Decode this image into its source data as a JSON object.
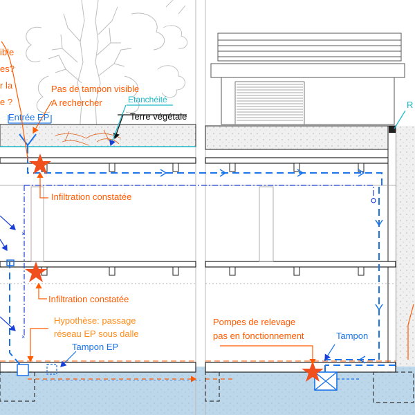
{
  "colors": {
    "orange": "#ff5a00",
    "blue": "#1a73e8",
    "darkblue": "#1a3fd6",
    "cyan": "#1ab8c8",
    "ground": "#bcd6ea",
    "slab": "#eeeeee",
    "gravel": "#f2f2f2",
    "star": "#f0501e",
    "line": "#222222",
    "grey": "#9a9a9a"
  },
  "labels": {
    "left_question_1": "ible",
    "left_question_2": "es?",
    "left_question_3": "r la",
    "left_question_4": "e ?",
    "pas_de_tampon_1": "Pas de tampon visible",
    "pas_de_tampon_2": "A rechercher",
    "etancheite": "Etanchéité",
    "entree_ep": "Entrée EP",
    "terre_vegetale": "Terre végétale",
    "infiltration_1": "Infiltration constatée",
    "infiltration_2": "Infiltration constatée",
    "hypothese_1": "Hypothèse: passage",
    "hypothese_2": "réseau EP sous dalle",
    "tampon_ep": "Tampon EP",
    "pompes_1": "Pompes de relevage",
    "pompes_2": "pas en fonctionnement",
    "tampon": "Tampon",
    "right_edge_label": "R"
  },
  "icons": {
    "star": "star-icon",
    "pump": "pump-box-icon",
    "inlet": "drain-inlet-icon"
  }
}
